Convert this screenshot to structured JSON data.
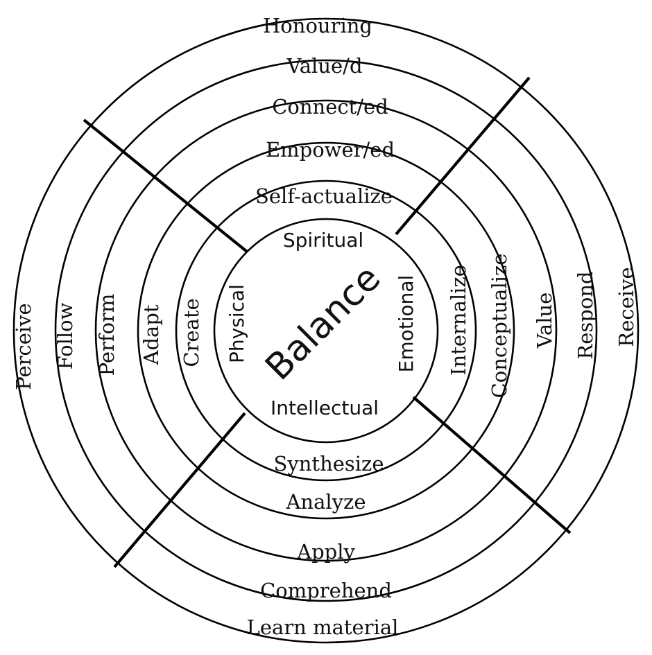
{
  "center": {
    "label": "Balance"
  },
  "domains": {
    "top": "Spiritual",
    "left": "Physical",
    "right": "Emotional",
    "bottom": "Intellectual"
  },
  "rings": {
    "top": [
      "Self-actualize",
      "Empower/ed",
      "Connect/ed",
      "Value/d",
      "Honouring"
    ],
    "left": [
      "Create",
      "Adapt",
      "Perform",
      "Follow",
      "Perceive"
    ],
    "right": [
      "Internalize",
      "Conceptualize",
      "Value",
      "Respond",
      "Receive"
    ],
    "bottom": [
      "Synthesize",
      "Analyze",
      "Apply",
      "Comprehend",
      "Learn material"
    ]
  }
}
